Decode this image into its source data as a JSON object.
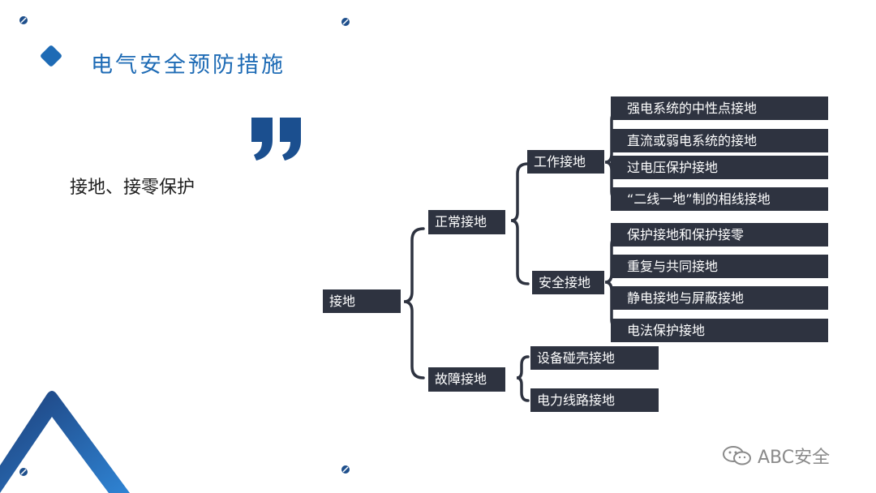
{
  "slide": {
    "title": "电气安全预防措施",
    "subtitle": "接地、接零保护"
  },
  "tree": {
    "root": "接地",
    "normal": {
      "label": "正常接地",
      "work": {
        "label": "工作接地",
        "items": [
          "强电系统的中性点接地",
          "直流或弱电系统的接地",
          "过电压保护接地",
          "“二线一地”制的相线接地"
        ]
      },
      "safety": {
        "label": "安全接地",
        "items": [
          "保护接地和保护接零",
          "重复与共同接地",
          "静电接地与屏蔽接地",
          "电法保护接地"
        ]
      }
    },
    "fault": {
      "label": "故障接地",
      "items": [
        "设备碰壳接地",
        "电力线路接地"
      ]
    }
  },
  "watermark": "ABC安全",
  "colors": {
    "accent": "#1e6bb5",
    "box": "#2e3340",
    "brace": "#2e3340"
  }
}
